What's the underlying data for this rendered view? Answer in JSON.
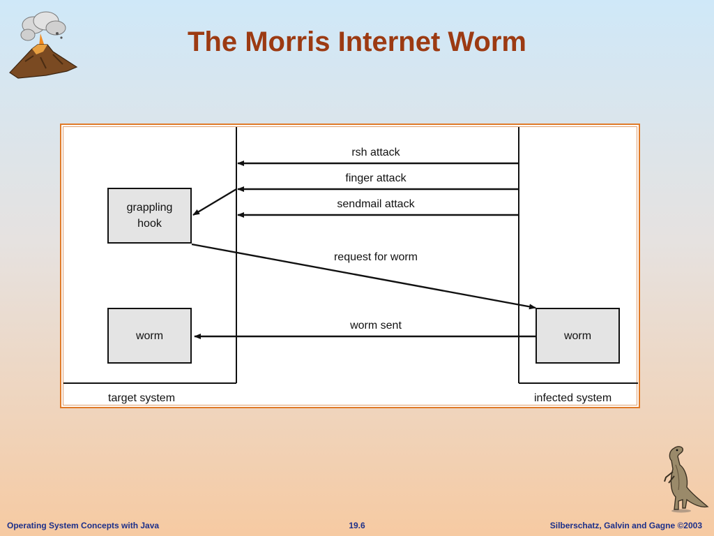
{
  "slide": {
    "title": "The Morris Internet Worm"
  },
  "diagram": {
    "arrows": {
      "rsh": "rsh attack",
      "finger": "finger attack",
      "sendmail": "sendmail attack",
      "request": "request for worm",
      "sent": "worm sent"
    },
    "target": {
      "label": "target system",
      "grappling_hook": "grappling hook",
      "worm": "worm"
    },
    "infected": {
      "label": "infected system",
      "worm": "worm"
    }
  },
  "footer": {
    "left": "Operating System Concepts with Java",
    "center": "19.6",
    "right": "Silberschatz, Galvin and Gagne ©2003"
  },
  "colors": {
    "title": "#9c3a12",
    "footer_text": "#1c2f8a",
    "diagram_border": "#e07a28",
    "box_fill": "#e4e4e4"
  },
  "icons": [
    "volcano-clipart",
    "dinosaur-clipart"
  ]
}
